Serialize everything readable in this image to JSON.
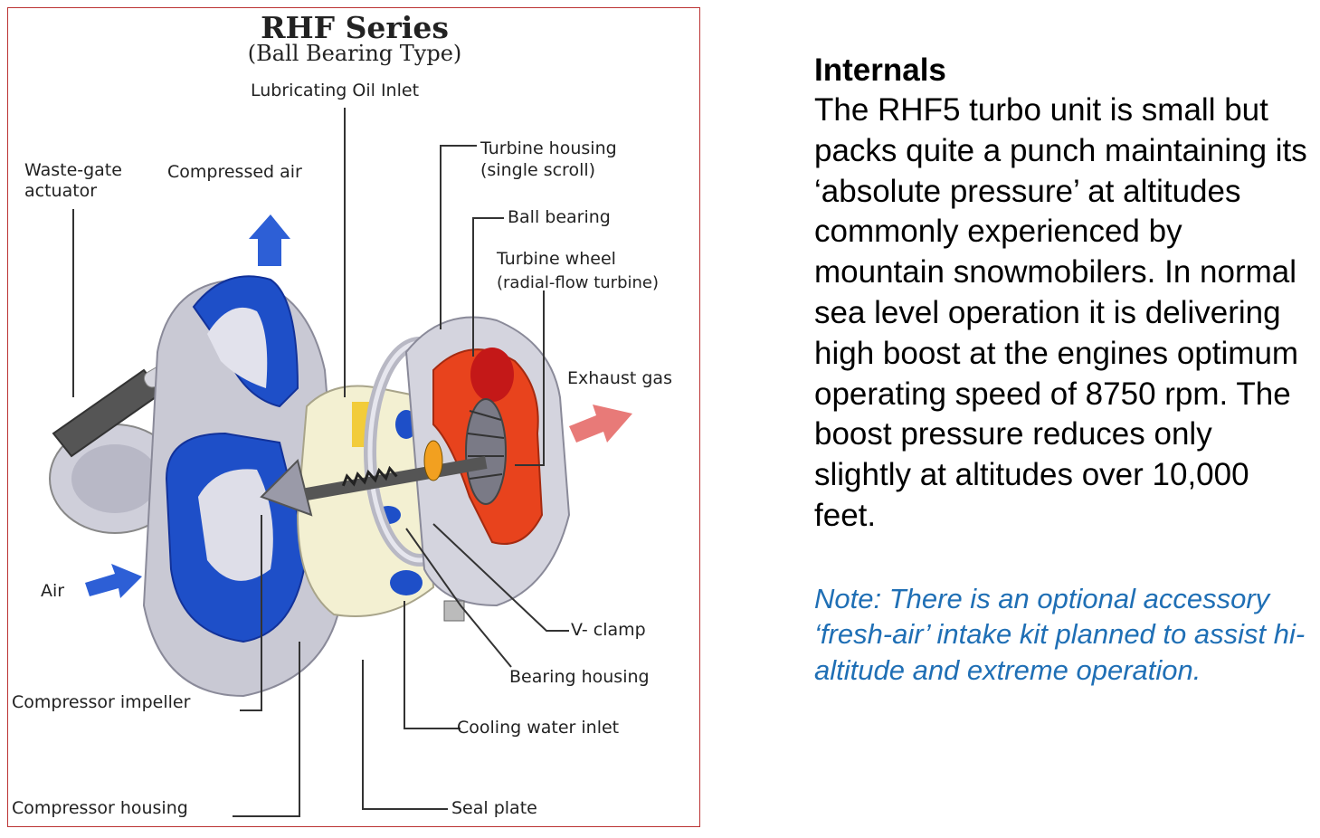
{
  "diagram": {
    "title": "RHF Series",
    "subtitle": "(Ball Bearing Type)",
    "labels": {
      "lubricating_oil_inlet": "Lubricating Oil Inlet",
      "turbine_housing_1": "Turbine housing",
      "turbine_housing_2": "(single scroll)",
      "waste_gate_1": "Waste-gate",
      "waste_gate_2": "actuator",
      "compressed_air": "Compressed air",
      "ball_bearing": "Ball bearing",
      "turbine_wheel_1": "Turbine wheel",
      "turbine_wheel_2": "(radial-flow turbine)",
      "exhaust_gas": "Exhaust gas",
      "air": "Air",
      "v_clamp": "V- clamp",
      "bearing_housing": "Bearing housing",
      "compressor_impeller": "Compressor impeller",
      "cooling_water_inlet": "Cooling water inlet",
      "compressor_housing": "Compressor housing",
      "seal_plate": "Seal plate"
    },
    "colors": {
      "compressor_blue": "#1e4fc8",
      "turbine_red": "#e8431d",
      "housing_grey": "#c9c9d4",
      "bearing_cream": "#f3f0d2",
      "arrow_blue": "#2d5fd6",
      "arrow_red": "#e87a78"
    }
  },
  "text": {
    "heading": "Internals",
    "body": "The RHF5 turbo unit is small but packs quite a punch maintaining its ‘absolute pressure’ at altitudes commonly experienced by mountain snowmobilers. In normal sea level operation it is delivering high boost at the engines optimum operating speed of 8750 rpm. The boost pressure reduces only slightly at altitudes over 10,000 feet.",
    "note": "Note: There is an optional  accessory ‘fresh-air’ intake kit planned to assist hi-altitude and extreme operation.",
    "note_color": "#1f6fb5"
  }
}
